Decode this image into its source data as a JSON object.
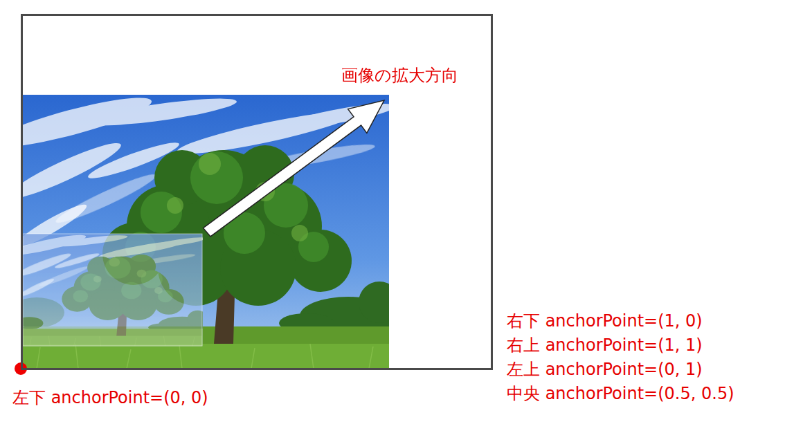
{
  "diagram": {
    "nodes": [
      {
        "text": [
          "画像の拡大方向"
        ]
      }
    ],
    "labels": [
      "左下 anchorPoint=(0, 0)",
      "右下 anchorPoint=(1, 0)",
      "右上 anchorPoint=(1, 1)",
      "左上 anchorPoint=(0, 1)",
      "中央 anchorPoint=(0.5, 0.5)"
    ]
  }
}
